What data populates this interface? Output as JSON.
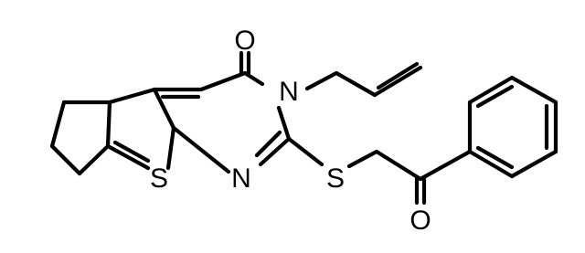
{
  "molecule": {
    "atoms": {
      "oxygen_ketone_ring": "O",
      "nitrogen_3": "N",
      "sulfur_thiophene": "S",
      "nitrogen_1": "N",
      "sulfur_thioether": "S",
      "oxygen_ketone_chain": "O"
    },
    "colors": {
      "ink": "#000000",
      "background": "#ffffff"
    }
  }
}
